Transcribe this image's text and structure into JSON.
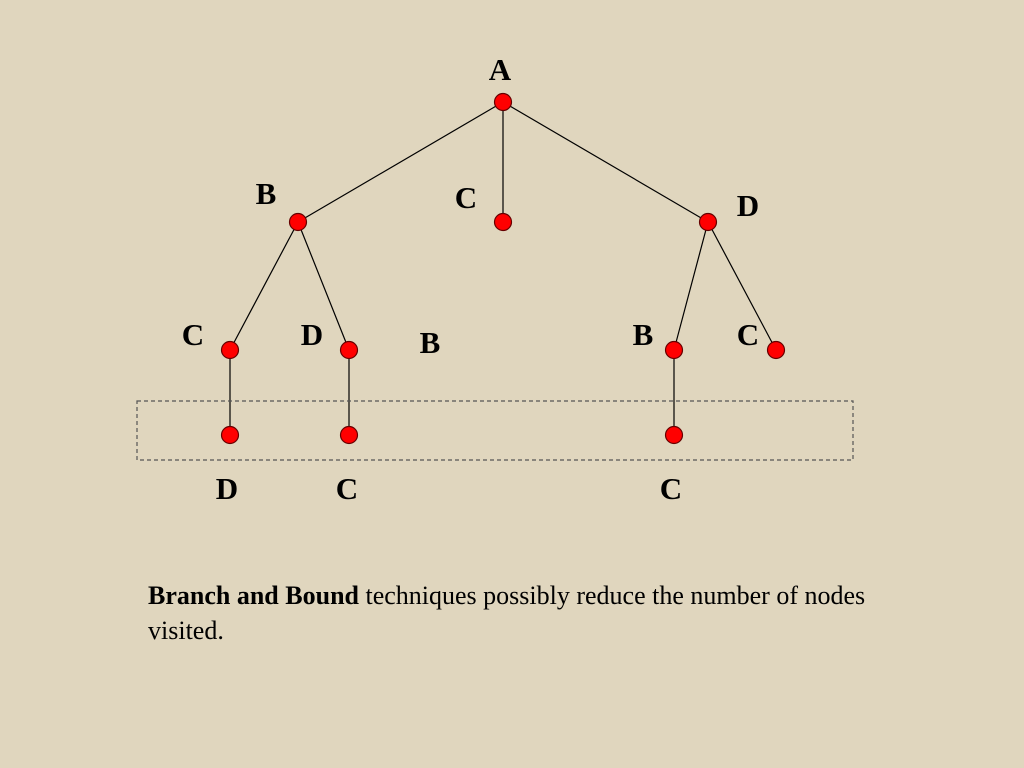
{
  "colors": {
    "background": "#e0d6be",
    "node_fill": "#ff0000",
    "node_stroke": "#660000",
    "edge": "#000000",
    "bound_box": "#555555"
  },
  "tree": {
    "labels": {
      "root": "A",
      "l1_b": "B",
      "l1_c": "C",
      "l1_d": "D",
      "l2_b_c": "C",
      "l2_b_d": "D",
      "l2_c_b": "B",
      "l2_d_b": "B",
      "l2_d_c": "C",
      "l3_bc_d": "D",
      "l3_bd_c": "C",
      "l3_db_c": "C"
    }
  },
  "caption": {
    "bold": "Branch and Bound",
    "rest": " techniques possibly reduce the number of nodes visited."
  }
}
